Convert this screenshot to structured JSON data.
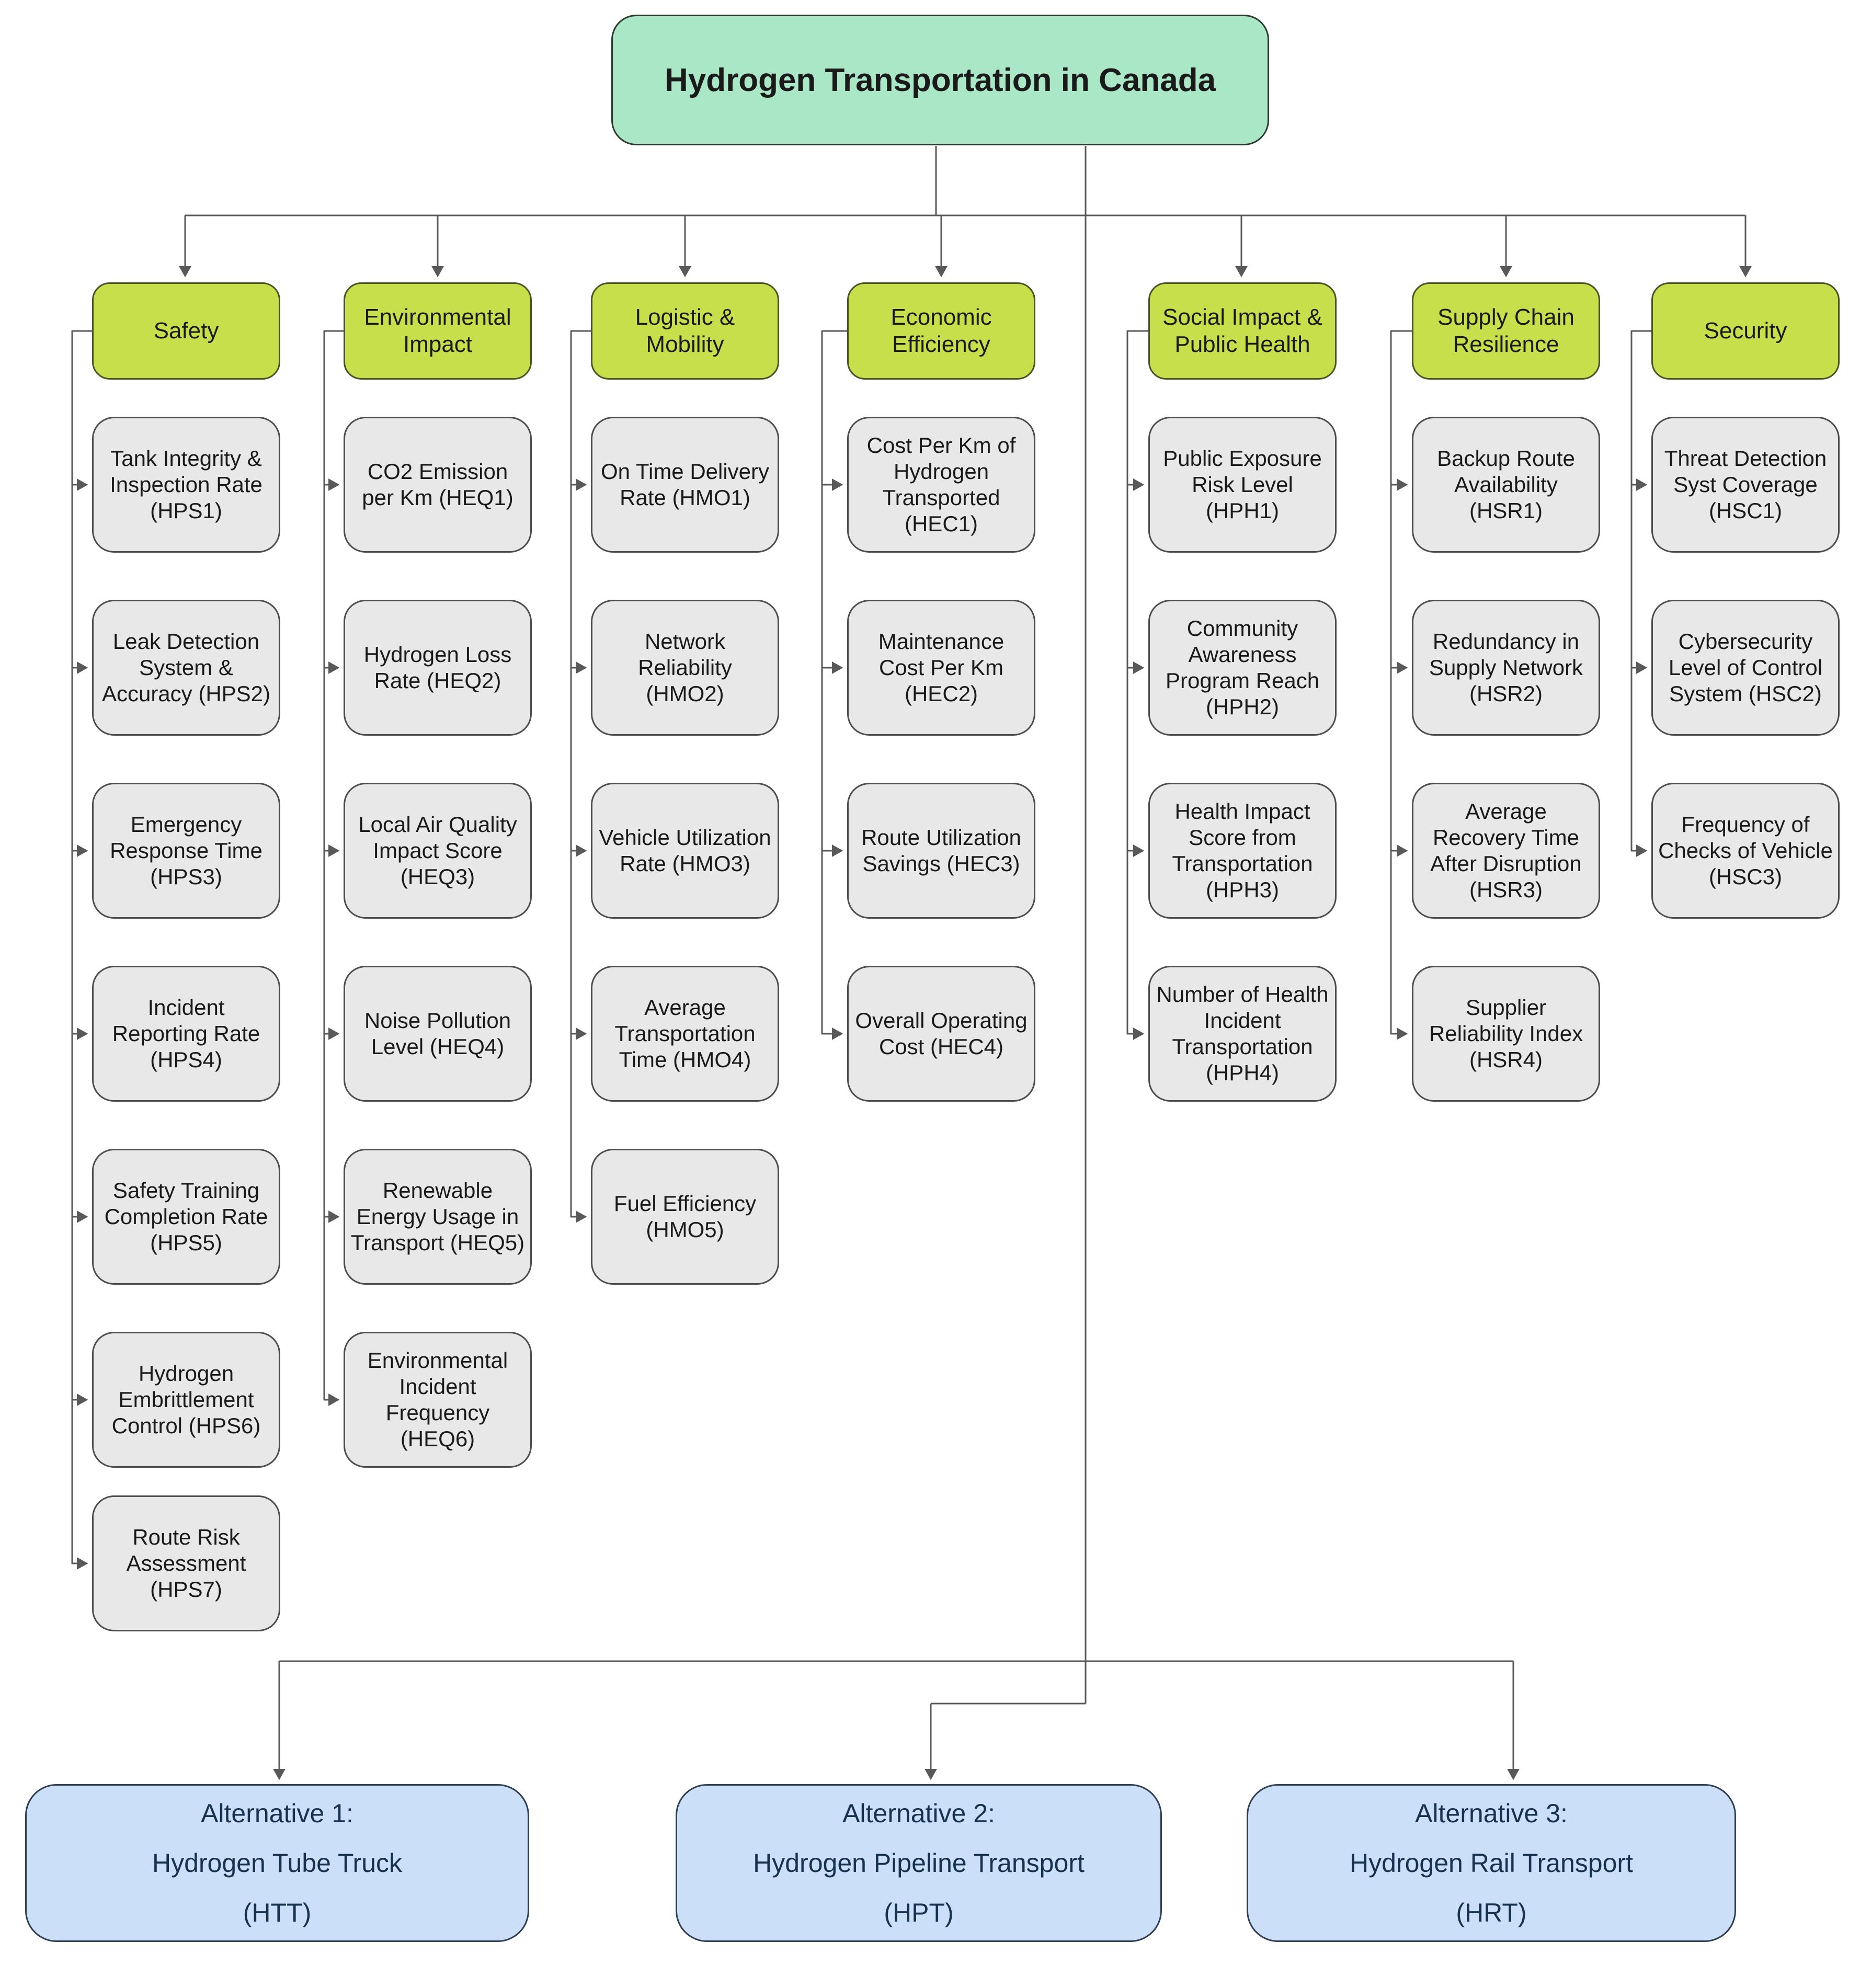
{
  "title": "Hydrogen Transportation in Canada",
  "criteria_columns": [
    {
      "label": "Safety",
      "items": [
        "Tank Integrity & Inspection Rate (HPS1)",
        "Leak Detection System & Accuracy (HPS2)",
        "Emergency Response Time (HPS3)",
        "Incident Reporting Rate (HPS4)",
        "Safety Training Completion Rate (HPS5)",
        "Hydrogen Embrittlement Control (HPS6)",
        "Route Risk Assessment (HPS7)"
      ]
    },
    {
      "label": "Environmental Impact",
      "items": [
        "CO2 Emission per Km (HEQ1)",
        "Hydrogen Loss Rate (HEQ2)",
        "Local Air Quality Impact Score (HEQ3)",
        "Noise Pollution Level (HEQ4)",
        "Renewable Energy Usage in Transport (HEQ5)",
        "Environmental Incident Frequency (HEQ6)"
      ]
    },
    {
      "label": "Logistic & Mobility",
      "items": [
        "On Time Delivery Rate (HMO1)",
        "Network Reliability (HMO2)",
        "Vehicle Utilization Rate (HMO3)",
        "Average Transportation Time (HMO4)",
        "Fuel Efficiency (HMO5)"
      ]
    },
    {
      "label": "Economic Efficiency",
      "items": [
        "Cost Per Km of Hydrogen Transported (HEC1)",
        "Maintenance Cost Per Km (HEC2)",
        "Route Utilization Savings (HEC3)",
        "Overall Operating Cost (HEC4)"
      ]
    },
    {
      "label": "Social Impact & Public Health",
      "items": [
        "Public Exposure Risk Level (HPH1)",
        "Community Awareness Program Reach (HPH2)",
        "Health Impact Score from Transportation (HPH3)",
        "Number of Health Incident Transportation (HPH4)"
      ]
    },
    {
      "label": "Supply Chain Resilience",
      "items": [
        "Backup Route Availability (HSR1)",
        "Redundancy in Supply Network (HSR2)",
        "Average Recovery Time After Disruption (HSR3)",
        "Supplier Reliability Index (HSR4)"
      ]
    },
    {
      "label": "Security",
      "items": [
        "Threat Detection Syst Coverage (HSC1)",
        "Cybersecurity Level of Control System (HSC2)",
        "Frequency of Checks of Vehicle (HSC3)"
      ]
    }
  ],
  "alternatives": [
    {
      "line1": "Alternative 1:",
      "line2": "Hydrogen Tube Truck",
      "line3": "(HTT)"
    },
    {
      "line1": "Alternative 2:",
      "line2": "Hydrogen Pipeline Transport",
      "line3": "(HPT)"
    },
    {
      "line1": "Alternative 3:",
      "line2": "Hydrogen Rail Transport",
      "line3": "(HRT)"
    }
  ],
  "colors": {
    "title_fill": "#a9e7c6",
    "title_border": "#2d3a31",
    "criteria_fill": "#c6df4a",
    "criteria_border": "#4c5226",
    "node_fill": "#e8e8e8",
    "node_border": "#4d4d4d",
    "alt_fill": "#cbdff8",
    "alt_border": "#2f3e50",
    "line": "#595959",
    "text_dark": "#1a1a1a",
    "alt_text": "#16324f"
  }
}
